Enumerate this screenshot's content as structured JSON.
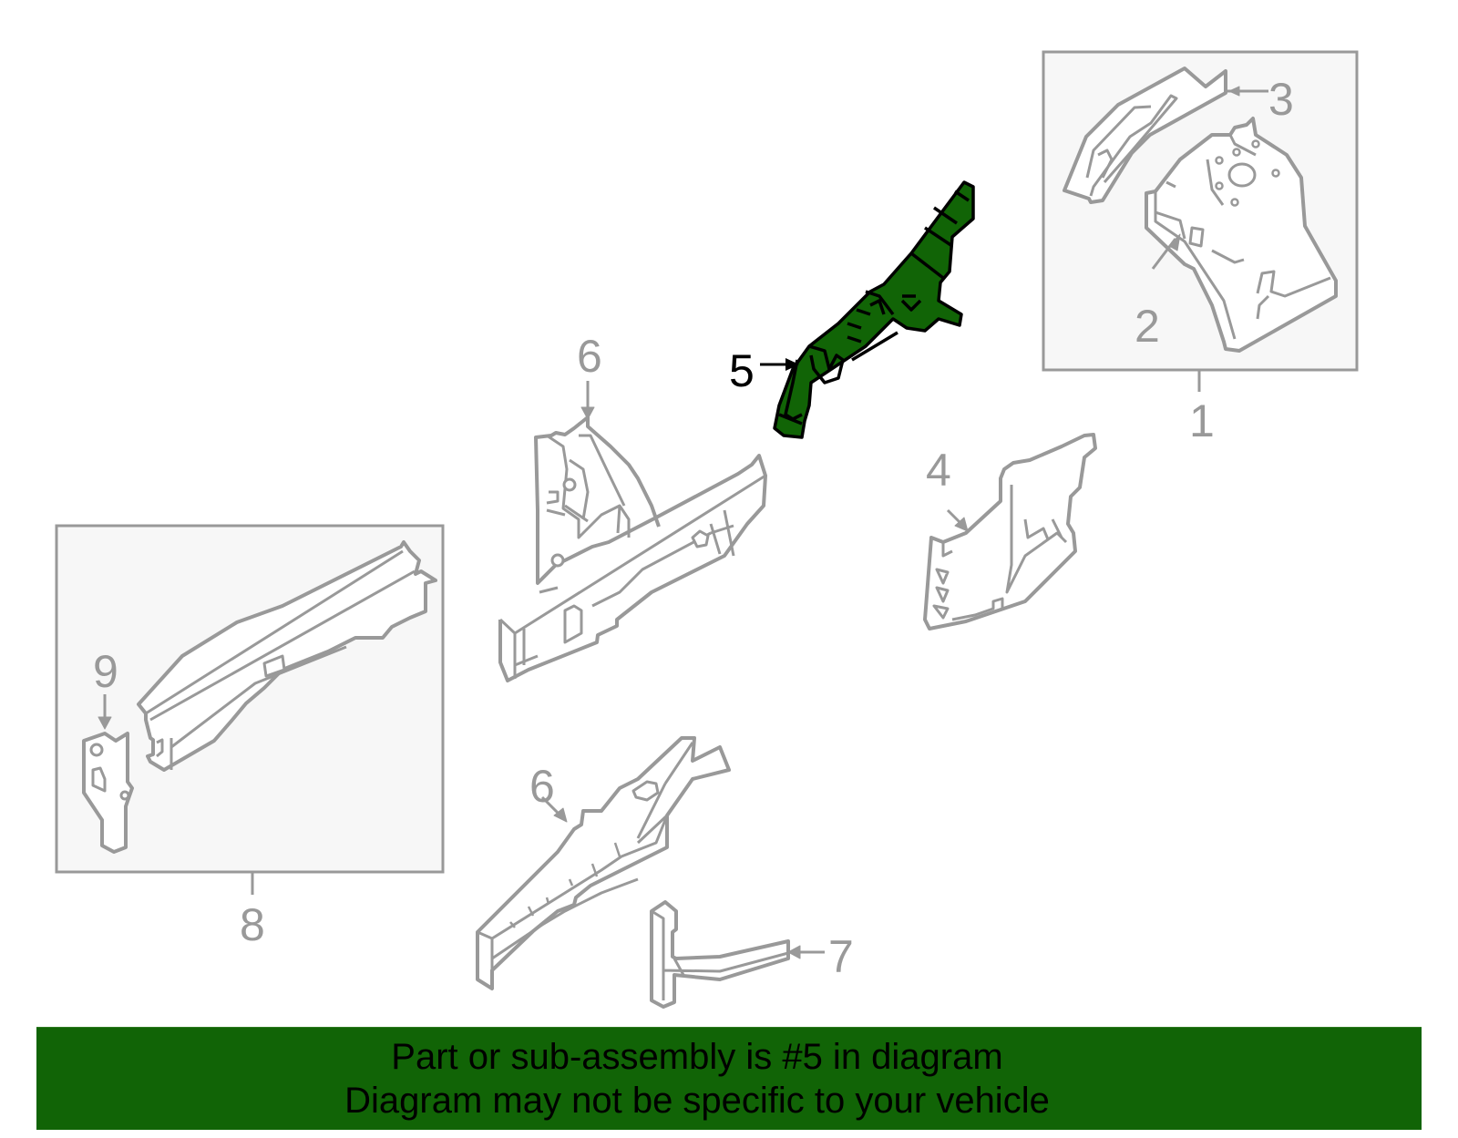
{
  "diagram": {
    "highlighted_part": "5",
    "colors": {
      "part_outline": "#999999",
      "group_box_fill": "#f7f7f7",
      "group_box_border": "#999999",
      "highlight_fill": "#116406",
      "highlight_outline": "#000000",
      "callout_text": "#999999",
      "highlight_callout_text": "#000000"
    },
    "callouts": [
      {
        "id": "1",
        "label": "1"
      },
      {
        "id": "2",
        "label": "2"
      },
      {
        "id": "3",
        "label": "3"
      },
      {
        "id": "4",
        "label": "4"
      },
      {
        "id": "5",
        "label": "5"
      },
      {
        "id": "6a",
        "label": "6"
      },
      {
        "id": "6b",
        "label": "6"
      },
      {
        "id": "7",
        "label": "7"
      },
      {
        "id": "8",
        "label": "8"
      },
      {
        "id": "9",
        "label": "9"
      }
    ],
    "groups": [
      {
        "id": "group-1",
        "contains": [
          "2",
          "3"
        ]
      },
      {
        "id": "group-8",
        "contains": [
          "9"
        ]
      }
    ]
  },
  "banner": {
    "line1": "Part or sub-assembly is #5 in diagram",
    "line2": "Diagram may not be specific to your vehicle",
    "background": "#116406"
  }
}
